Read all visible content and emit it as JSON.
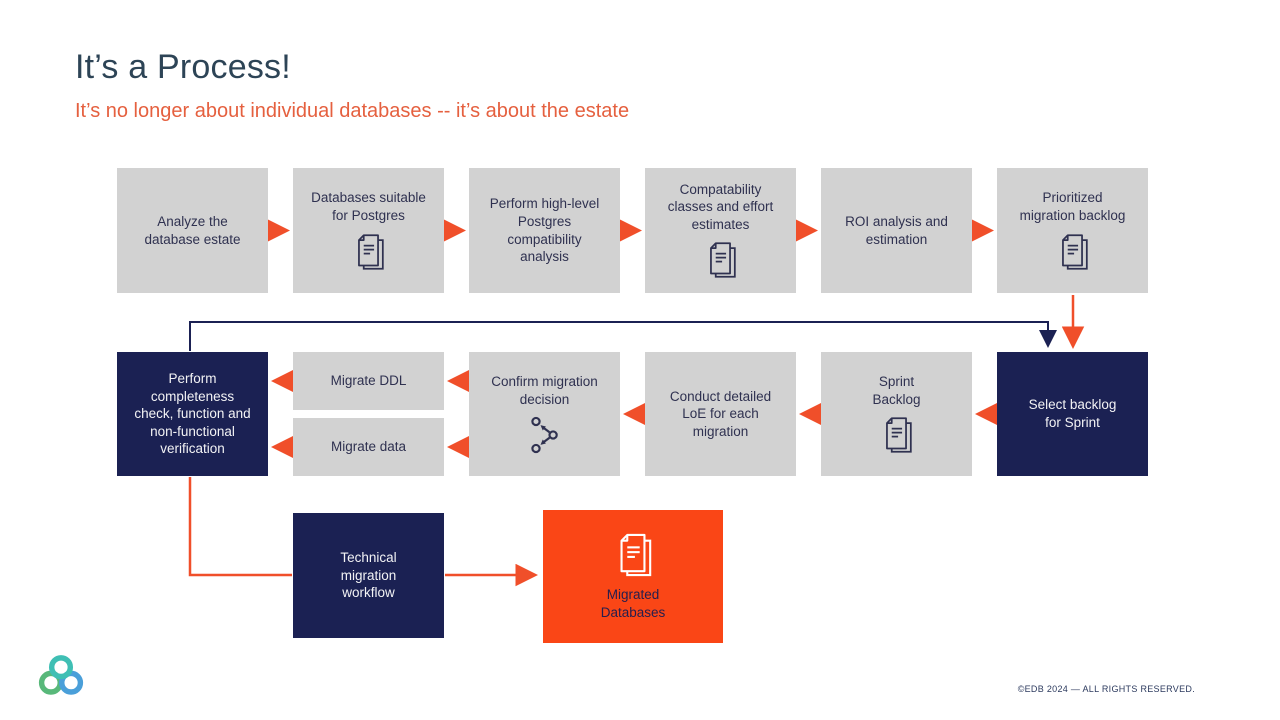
{
  "title": "It’s a Process!",
  "subtitle": "It’s no longer about individual databases -- it’s about the estate",
  "footer": "©EDB 2024 — ALL RIGHTS RESERVED.",
  "colors": {
    "navy": "#1b2153",
    "box_gray": "#d2d2d2",
    "box_text": "#2f3150",
    "orange": "#fa4616",
    "arrow_orange": "#f04f2a",
    "title_color": "#2d4456",
    "subtitle_color": "#e5603f",
    "footer_color": "#2c3a5e",
    "logo_green": "#58b87a",
    "logo_teal": "#3fbfb4",
    "logo_blue": "#4a9fd9"
  },
  "icons": {
    "document": "document-stack-icon",
    "decision": "decision-split-icon",
    "logo": "edb-knot-logo"
  },
  "boxes": {
    "analyze": {
      "label": "Analyze the\ndatabase estate"
    },
    "suitable": {
      "label": "Databases suitable\nfor Postgres"
    },
    "highlevel": {
      "label": "Perform high-level\nPostgres\ncompatibility\nanalysis"
    },
    "compat": {
      "label": "Compatability\nclasses and effort\nestimates"
    },
    "roi": {
      "label": "ROI analysis and\nestimation"
    },
    "prioritized": {
      "label": "Prioritized\nmigration backlog"
    },
    "select": {
      "label": "Select backlog\nfor Sprint"
    },
    "sprint": {
      "label": "Sprint\nBacklog"
    },
    "loe": {
      "label": "Conduct detailed\nLoE for each\nmigration"
    },
    "confirm": {
      "label": "Confirm migration\ndecision"
    },
    "ddl": {
      "label": "Migrate DDL"
    },
    "data": {
      "label": "Migrate data"
    },
    "verify": {
      "label": "Perform\ncompleteness\ncheck, function and\nnon-functional\nverification"
    },
    "workflow": {
      "label": "Technical\nmigration\nworkflow"
    },
    "migrated": {
      "label": "Migrated\nDatabases"
    }
  }
}
